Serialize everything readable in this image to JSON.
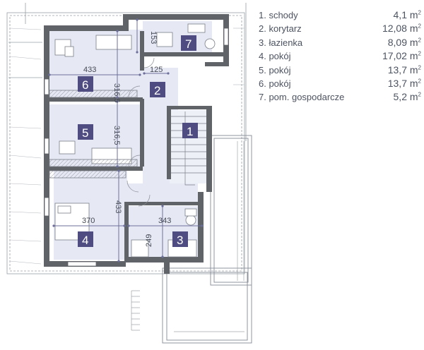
{
  "legend": [
    {
      "label": "1. schody",
      "area": "4,1",
      "unit": "m",
      "exp": "2"
    },
    {
      "label": "2. korytarz",
      "area": "12,08",
      "unit": "m",
      "exp": "2"
    },
    {
      "label": "3. łazienka",
      "area": "8,09",
      "unit": "m",
      "exp": "2"
    },
    {
      "label": "4. pokój",
      "area": "17,02",
      "unit": "m",
      "exp": "2"
    },
    {
      "label": "5. pokój",
      "area": "13,7",
      "unit": "m",
      "exp": "2"
    },
    {
      "label": "6. pokój",
      "area": "13,7",
      "unit": "m",
      "exp": "2"
    },
    {
      "label": "7. pom. gospodarcze",
      "area": "5,2",
      "unit": "m",
      "exp": "2"
    }
  ],
  "rooms": {
    "r1": "1",
    "r2": "2",
    "r3": "3",
    "r4": "4",
    "r5": "5",
    "r6": "6",
    "r7": "7"
  },
  "dimensions": {
    "room6_width": "433",
    "room6_depth": "316,5",
    "room5_depth": "316,5",
    "corridor_width": "125",
    "room7_depth": "153",
    "room4_width": "370",
    "room4_depth": "433",
    "room3_width": "343",
    "room3_depth": "249"
  },
  "colors": {
    "wall": "#606368",
    "floor": "#e6e8f4",
    "room_badge": "#4f4c82",
    "dimension": "#6d6f9b"
  }
}
